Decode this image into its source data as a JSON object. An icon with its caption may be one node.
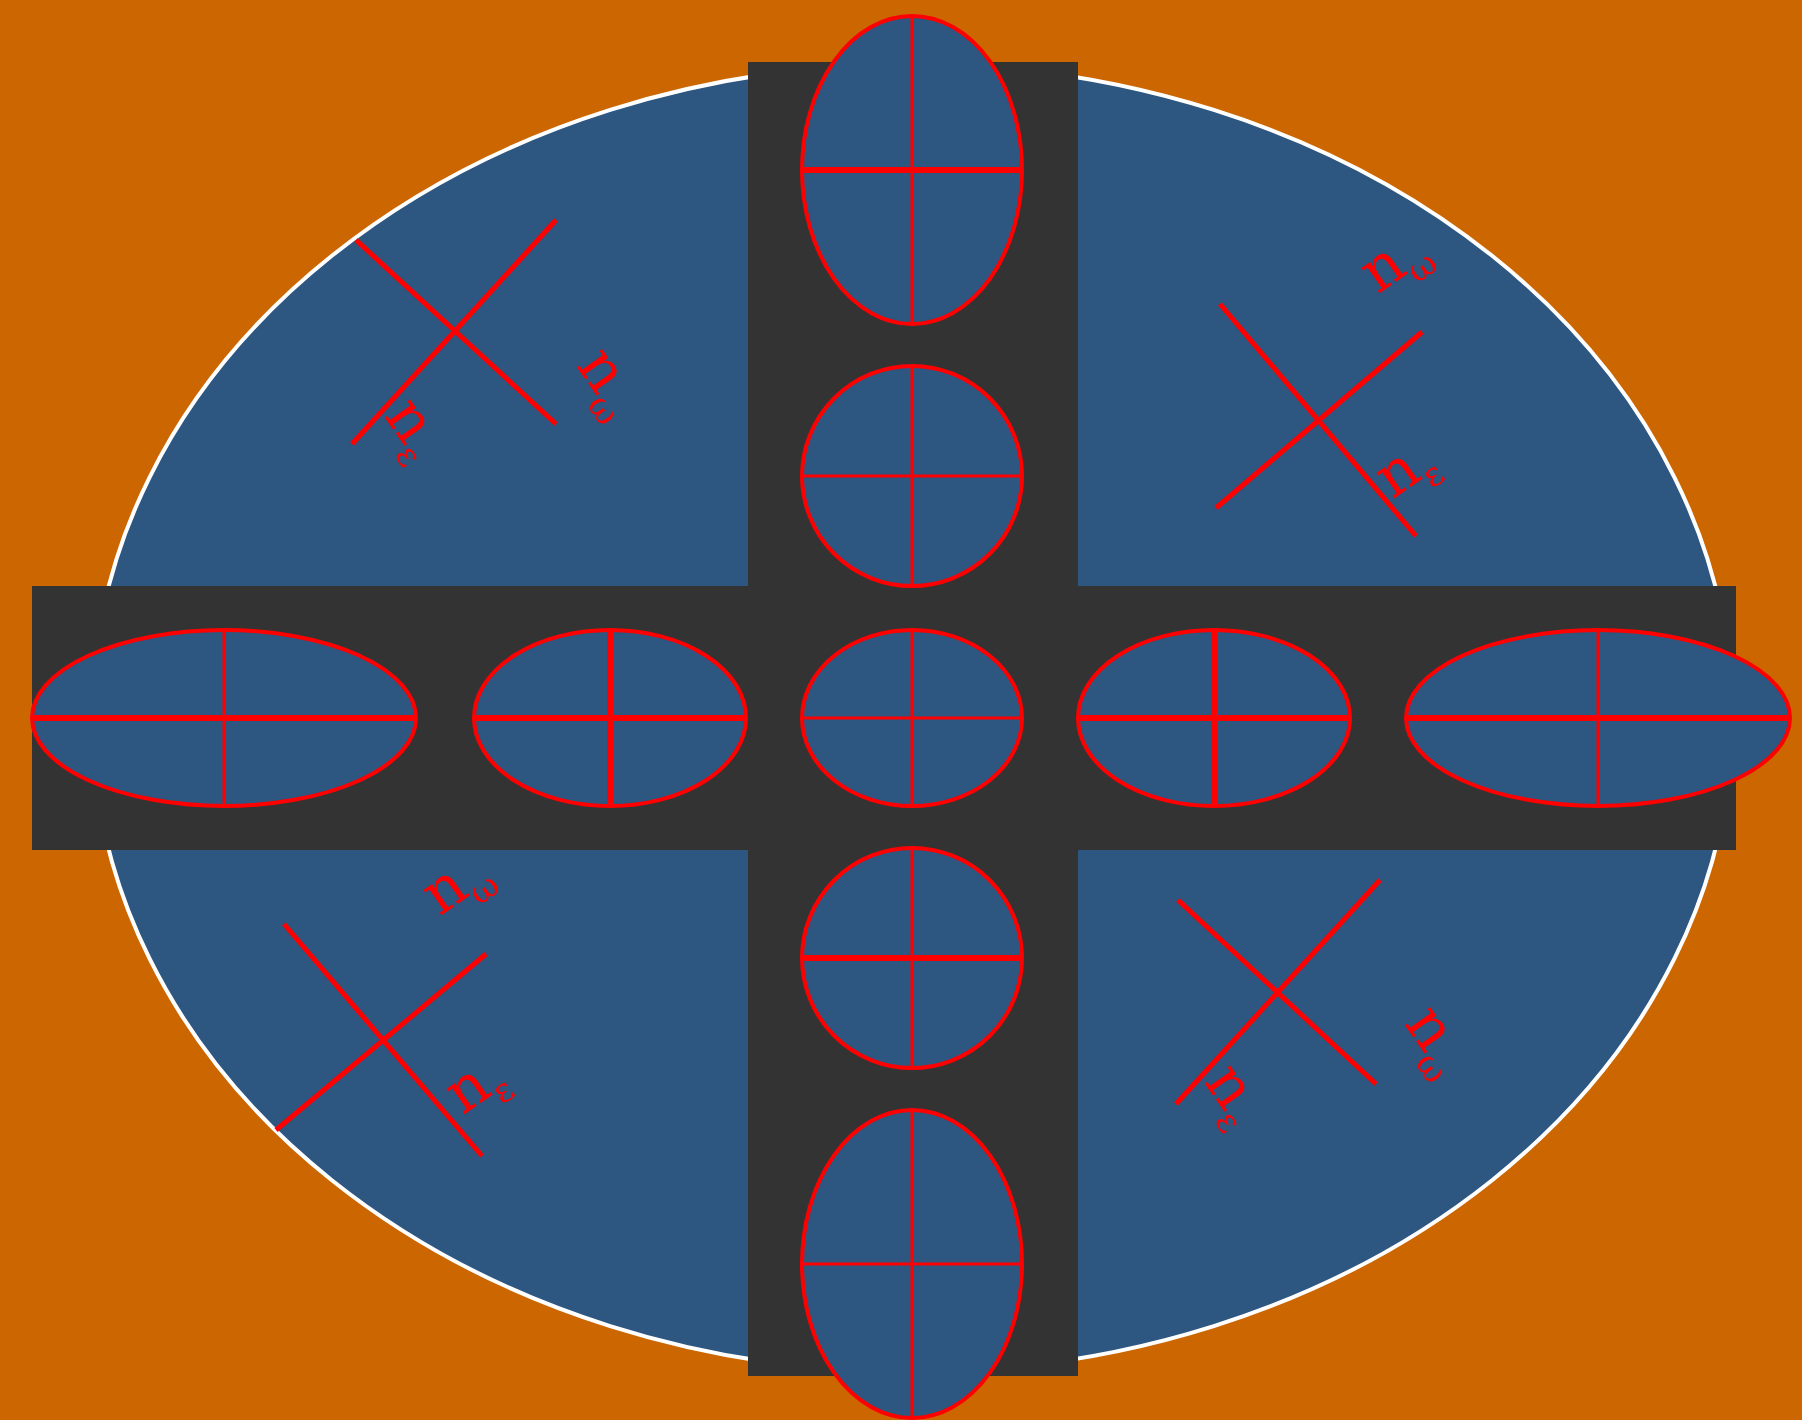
{
  "diagram": {
    "labels": [
      "n$_{ω}$",
      "n$_{ω}$",
      "n$_{ε}$",
      "n$_{ε}$",
      "n$_{ω}$",
      "n$_{ω}$",
      "n$_{ε}$",
      "n$_{ε}$"
    ]
  }
}
